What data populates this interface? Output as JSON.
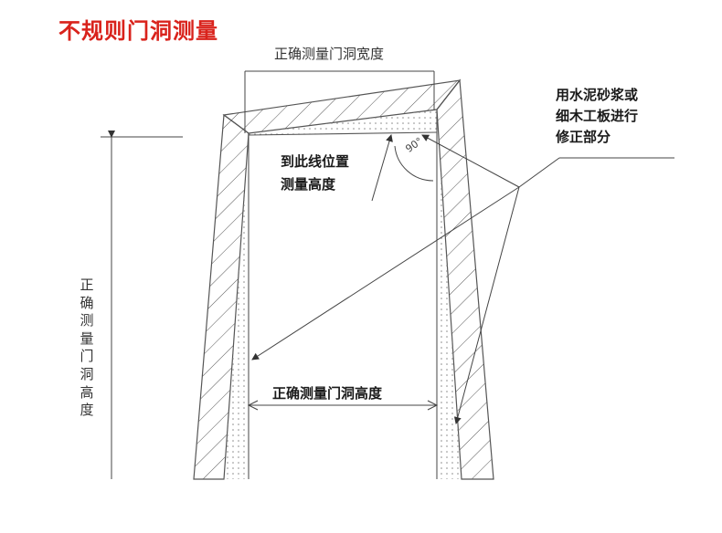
{
  "title": "不规则门洞测量",
  "labels": {
    "correct_width": "正确测量门洞宽度",
    "repair_line1": "用水泥砂浆或",
    "repair_line2": "细木工板进行",
    "repair_line3": "修正部分",
    "measure_line1": "到此线位置",
    "measure_line2": "测量高度",
    "correct_height_inner": "正确测量门洞高度",
    "correct_height_left": "正确测量门洞高度",
    "angle": "90°"
  },
  "colors": {
    "title": "#d9231c",
    "line": "#555555",
    "text": "#1a1a1a"
  }
}
